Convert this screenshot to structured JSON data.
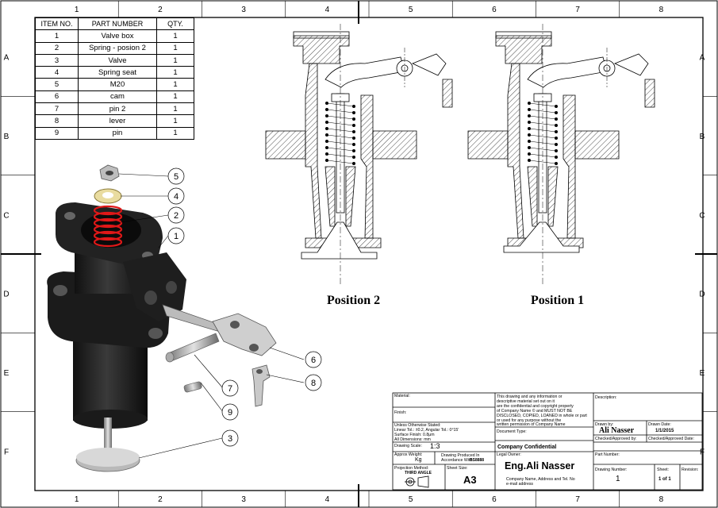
{
  "border": {
    "columns": [
      "1",
      "2",
      "3",
      "4",
      "5",
      "6",
      "7",
      "8"
    ],
    "rows": [
      "A",
      "B",
      "C",
      "D",
      "E",
      "F"
    ]
  },
  "bom": {
    "headers": [
      "ITEM NO.",
      "PART NUMBER",
      "QTY."
    ],
    "rows": [
      [
        "1",
        "Valve box",
        "1"
      ],
      [
        "2",
        "Spring - posion 2",
        "1"
      ],
      [
        "3",
        "Valve",
        "1"
      ],
      [
        "4",
        "Spring seat",
        "1"
      ],
      [
        "5",
        "M20",
        "1"
      ],
      [
        "6",
        "cam",
        "1"
      ],
      [
        "7",
        "pin 2",
        "1"
      ],
      [
        "8",
        "lever",
        "1"
      ],
      [
        "9",
        "pin",
        "1"
      ]
    ]
  },
  "balloons": [
    "5",
    "4",
    "2",
    "1",
    "6",
    "8",
    "7",
    "9",
    "3"
  ],
  "views": {
    "left_caption": "Position 2",
    "right_caption": "Position 1"
  },
  "title_block": {
    "material_label": "Material:",
    "finish_label": "Finish:",
    "tolerance_line1": "Unless Otherwise Stated:",
    "tolerance_line2": "Linear Tol.: ±0.2, Angular Tol.: 0°15'",
    "tolerance_line3": "Surface Finish: 0.8μm",
    "tolerance_line4": "All Dimensions: mm",
    "scale_label": "Drawing Scale:",
    "scale_value": "1:3",
    "weight_label": "Approx Weight:",
    "weight_value": "Kg",
    "standard_label": "Drawing Produced In Accordance With:",
    "standard_value": "BS8888",
    "projection_label": "Projection Method:",
    "projection_value": "THIRD ANGLE",
    "sheet_size_label": "Sheet Size:",
    "sheet_size_value": "A3",
    "disclaimer_1": "This drawing and any information or",
    "disclaimer_2": "descriptive material set out on it",
    "disclaimer_3": "are the confidential and copyright property",
    "disclaimer_4": "of Company Name © and MUST NOT BE",
    "disclaimer_5": "DISCLOSED, COPIED, LOANED in whole or part",
    "disclaimer_6": "or used for any purpose without the",
    "disclaimer_7": "written permission of Company Name",
    "document_type_label": "Document Type:",
    "confidential": "Company Confidential",
    "legal_owner_label": "Legal Owner:",
    "owner_name": "Eng.Ali Nasser",
    "owner_details_1": "Company Name, Address and Tel. No",
    "owner_details_2": "e-mail address",
    "description_label": "Description:",
    "drawn_by_label": "Drawn by:",
    "drawn_by_value": "Ali Nasser",
    "drawn_date_label": "Drawn Date:",
    "drawn_date_value": "1/1/2015",
    "checked_by_label": "Checked/Approved by:",
    "checked_date_label": "Checked/Approved Date:",
    "part_number_label": "Part Number:",
    "drawing_number_label": "Drawing Number:",
    "drawing_number_value": "1",
    "sheet_label": "Sheet:",
    "sheet_value": "1 of 1",
    "revision_label": "Revision:"
  }
}
